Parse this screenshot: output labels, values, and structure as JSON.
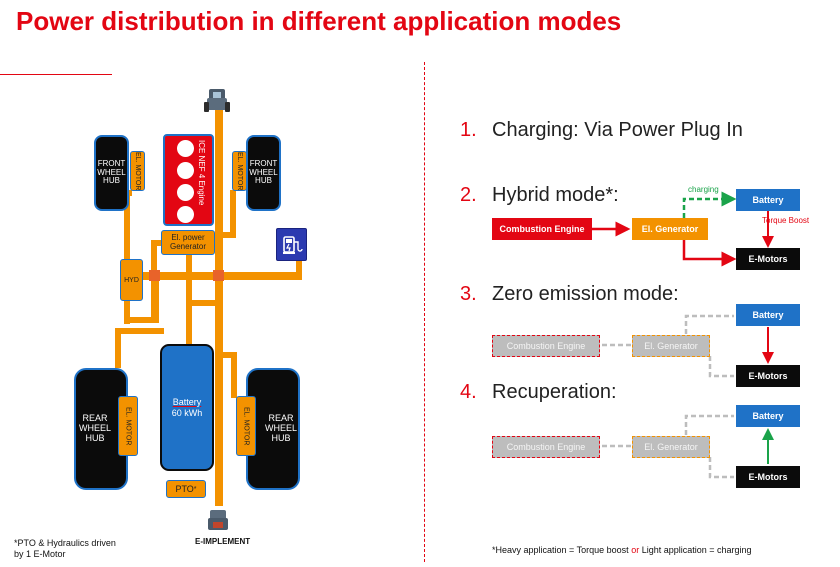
{
  "title": "Power distribution in different application modes",
  "left": {
    "front_wheel_label": "FRONT WHEEL HUB",
    "rear_wheel_label": "REAR WHEEL HUB",
    "motor_label": "EL. MOTOR",
    "engine_label": "ICE NEF 4 Engine",
    "generator_label": "El. power Generator",
    "hyd_label": "HYD",
    "battery_title": "Battery",
    "battery_capacity": "60 kWh",
    "pto_label": "PTO",
    "pto_mark": "*",
    "implement_label": "E-IMPLEMENT",
    "footnote": "*PTO & Hydraulics driven by 1 E-Motor"
  },
  "modes": [
    {
      "num": "1.",
      "label": "Charging: Via Power Plug In"
    },
    {
      "num": "2.",
      "label": "Hybrid mode*:"
    },
    {
      "num": "3.",
      "label": "Zero emission mode:"
    },
    {
      "num": "4.",
      "label": "Recuperation:"
    }
  ],
  "flow": {
    "combustion_engine": "Combustion Engine",
    "el_generator": "El. Generator",
    "battery": "Battery",
    "e_motors": "E-Motors",
    "charging": "charging",
    "torque_boost": "Torque Boost"
  },
  "footer": {
    "part1": "*Heavy application = Torque boost",
    "or": "or",
    "part2": "Light application = charging"
  },
  "colors": {
    "accent_red": "#e30613",
    "orange": "#f39200",
    "blue": "#1f72c7",
    "black": "#0b0b0b",
    "green": "#1aa34a",
    "gray": "#bdbdbd"
  }
}
